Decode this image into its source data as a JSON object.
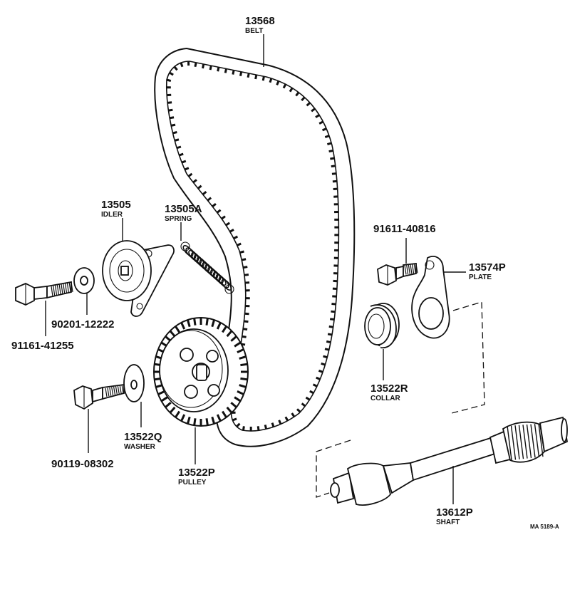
{
  "parts": {
    "belt": {
      "number": "13568",
      "name": "BELT"
    },
    "idler": {
      "number": "13505",
      "name": "IDLER"
    },
    "spring": {
      "number": "13505A",
      "name": "SPRING"
    },
    "bolt_idler": {
      "number": "91161-41255"
    },
    "washer_idler": {
      "number": "90201-12222"
    },
    "pulley": {
      "number": "13522P",
      "name": "PULLEY"
    },
    "washer": {
      "number": "13522Q",
      "name": "WASHER"
    },
    "bolt_pulley": {
      "number": "90119-08302"
    },
    "bolt_plate": {
      "number": "91611-40816"
    },
    "plate": {
      "number": "13574P",
      "name": "PLATE"
    },
    "collar": {
      "number": "13522R",
      "name": "COLLAR"
    },
    "shaft": {
      "number": "13612P",
      "name": "SHAFT"
    }
  },
  "drawing_ref": "MA 5189-A"
}
